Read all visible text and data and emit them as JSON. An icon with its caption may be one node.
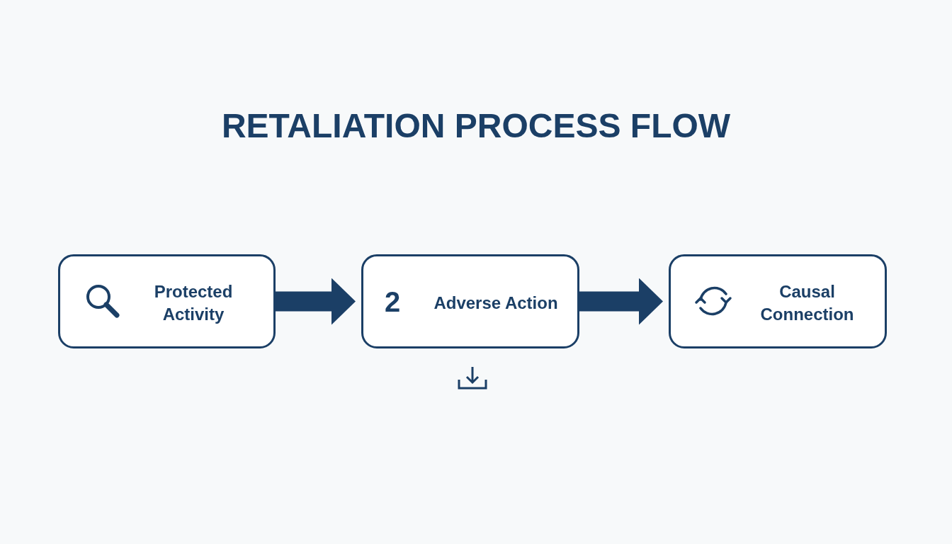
{
  "diagram": {
    "title": "RETALIATION PROCESS FLOW",
    "nodes": [
      {
        "text": [
          "Protected Activity"
        ]
      },
      {
        "text": [
          "2",
          "Adverse Action"
        ]
      },
      {
        "text": [
          "Causal Connection"
        ]
      }
    ],
    "edges": [
      {
        "from": 0,
        "to": 1,
        "arrow": "to"
      },
      {
        "from": 1,
        "to": 2,
        "arrow": "to"
      }
    ]
  }
}
